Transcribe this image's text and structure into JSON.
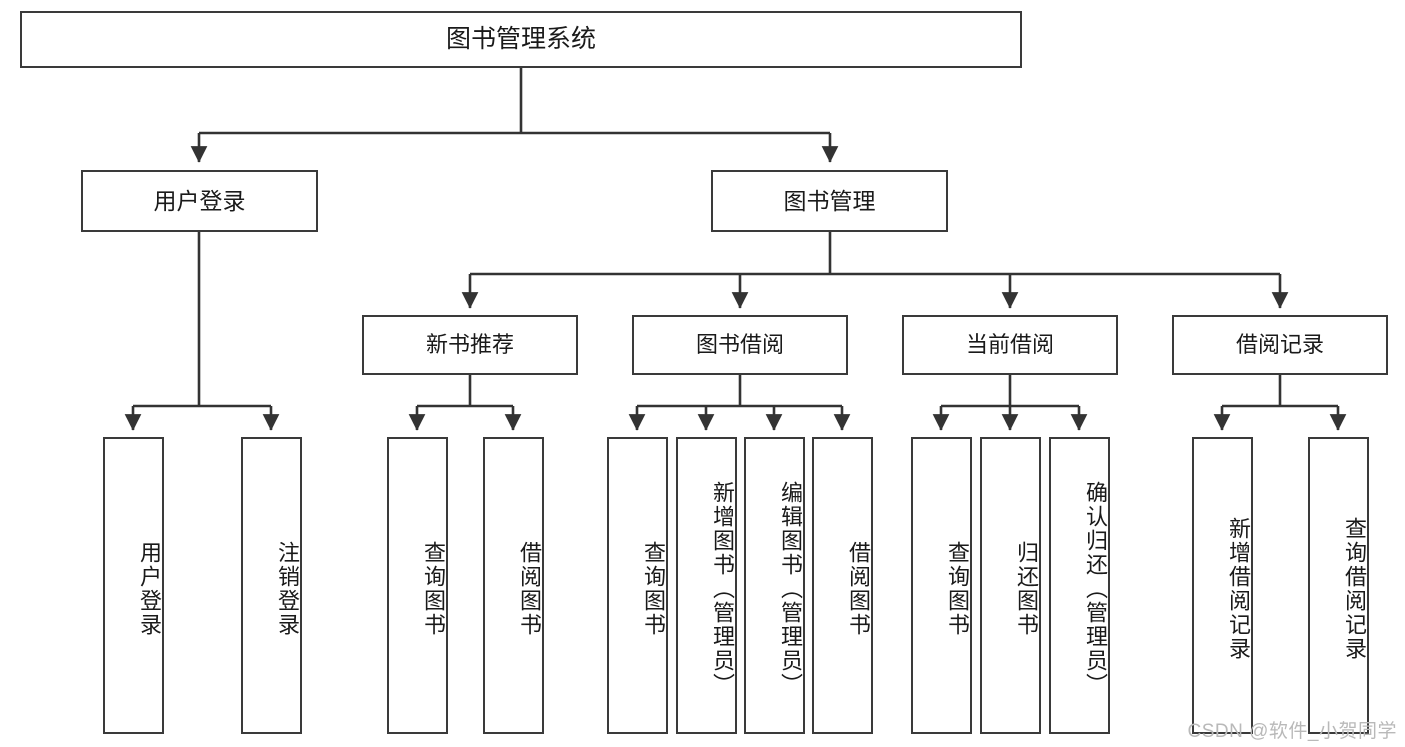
{
  "diagram": {
    "title": "图书管理系统",
    "type": "hierarchy-tree",
    "watermark": "CSDN @软件_小贺同学",
    "colors": {
      "box_border": "#3a3a3a",
      "box_fill": "#ffffff",
      "edge": "#333333",
      "text": "#1a1a1a",
      "watermark": "#b9b9b9"
    },
    "nodes": {
      "root": {
        "label": "图书管理系统"
      },
      "level2": [
        {
          "id": "user-login",
          "label": "用户登录"
        },
        {
          "id": "book-manage",
          "label": "图书管理"
        }
      ],
      "level3": [
        {
          "id": "new-book-rec",
          "label": "新书推荐"
        },
        {
          "id": "book-borrow",
          "label": "图书借阅"
        },
        {
          "id": "current-borrow",
          "label": "当前借阅"
        },
        {
          "id": "borrow-record",
          "label": "借阅记录"
        }
      ],
      "leaves": {
        "user_login": [
          {
            "id": "leaf-user-login",
            "label": "用户登录"
          },
          {
            "id": "leaf-user-logout",
            "label": "注销登录"
          }
        ],
        "new_book_rec": [
          {
            "id": "leaf-query-book-1",
            "label": "查询图书"
          },
          {
            "id": "leaf-borrow-book-1",
            "label": "借阅图书"
          }
        ],
        "book_borrow": [
          {
            "id": "leaf-query-book-2",
            "label": "查询图书"
          },
          {
            "id": "leaf-add-book",
            "label": "新增图书（管理员）"
          },
          {
            "id": "leaf-edit-book",
            "label": "编辑图书（管理员）"
          },
          {
            "id": "leaf-borrow-book-2",
            "label": "借阅图书"
          }
        ],
        "current_borrow": [
          {
            "id": "leaf-query-book-3",
            "label": "查询图书"
          },
          {
            "id": "leaf-return-book",
            "label": "归还图书"
          },
          {
            "id": "leaf-confirm-return",
            "label": "确认归还（管理员）"
          }
        ],
        "borrow_record": [
          {
            "id": "leaf-add-record",
            "label": "新增借阅记录"
          },
          {
            "id": "leaf-query-record",
            "label": "查询借阅记录"
          }
        ]
      }
    }
  }
}
